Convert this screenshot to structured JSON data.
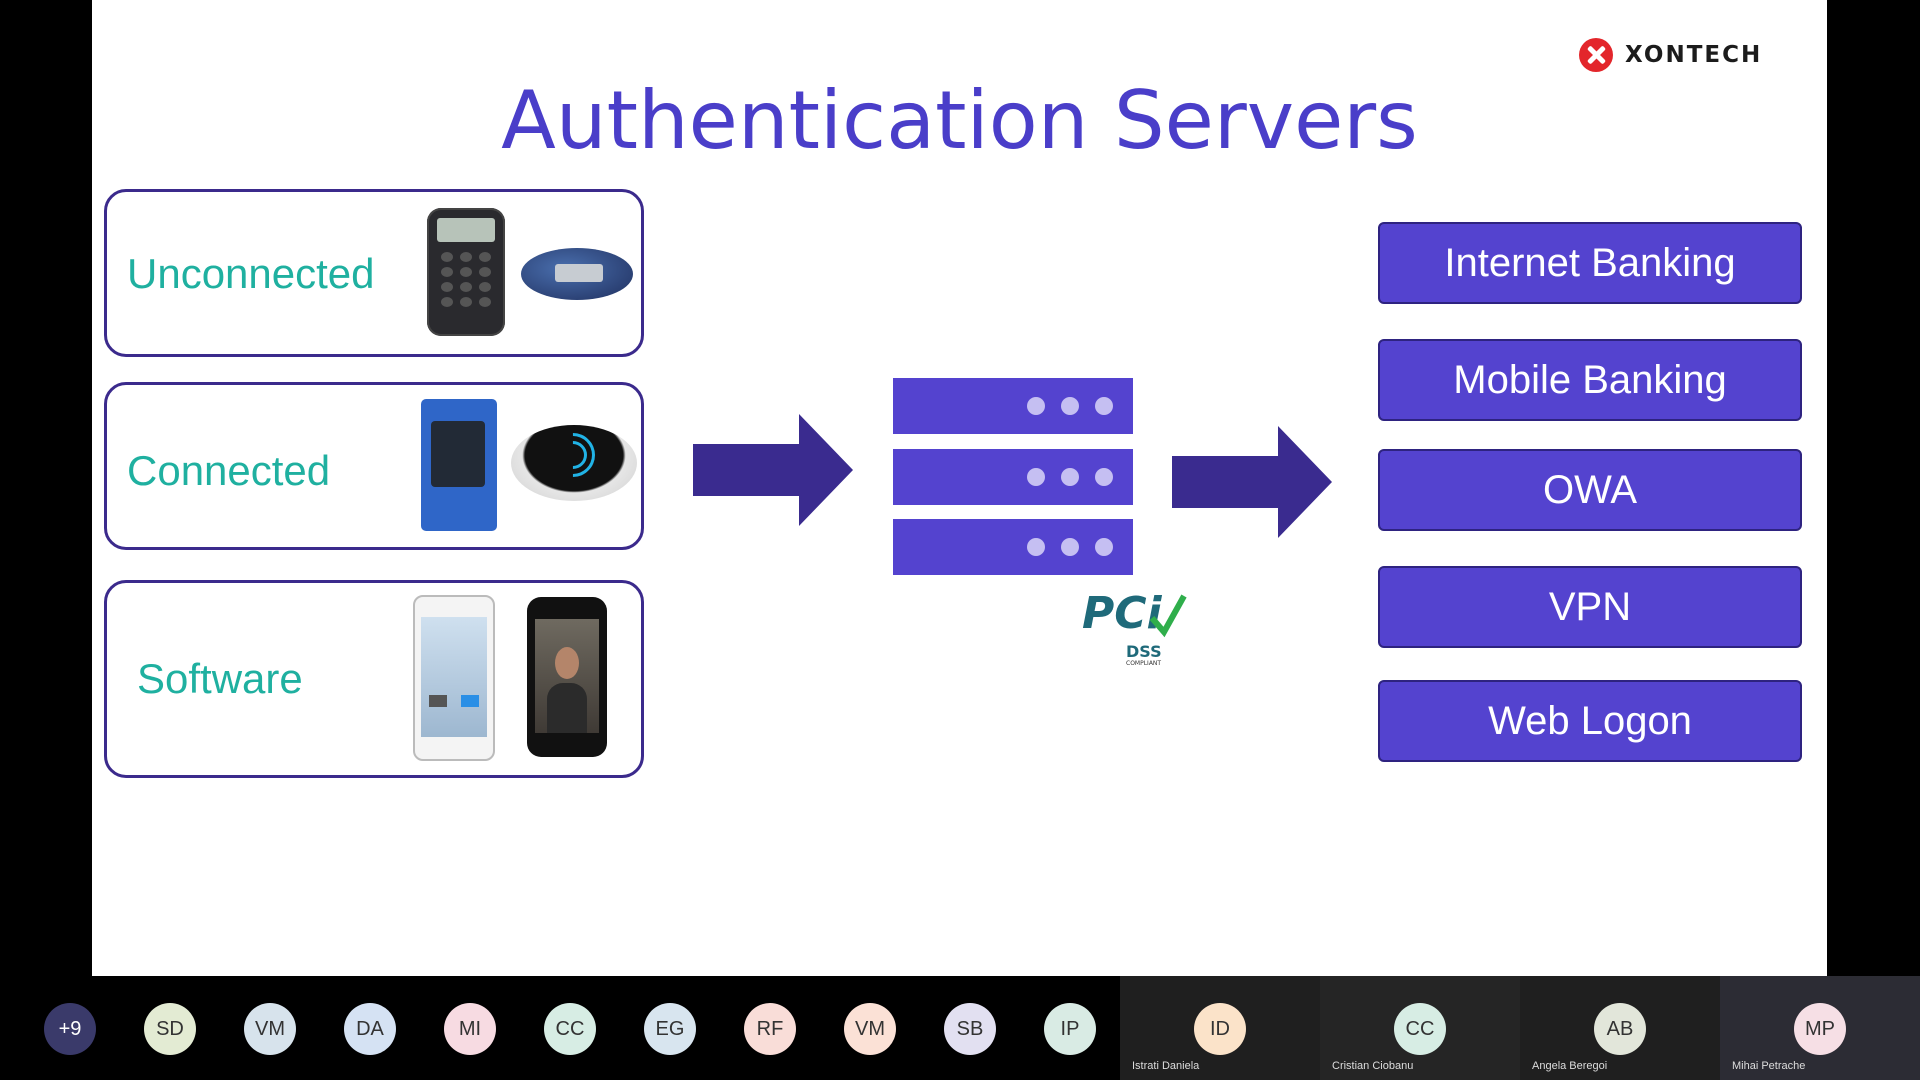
{
  "slide": {
    "logo": "XONTECH",
    "title": "Authentication Servers",
    "categories": [
      {
        "label": "Unconnected"
      },
      {
        "label": "Connected"
      },
      {
        "label": "Software"
      }
    ],
    "pci": {
      "mark": "PCi",
      "sub": "DSS",
      "small": "COMPLIANT"
    },
    "services": [
      "Internet Banking",
      "Mobile Banking",
      "OWA",
      "VPN",
      "Web Logon"
    ],
    "colors": {
      "title": "#4a3ec9",
      "accent": "#5443cf",
      "category_text": "#1fb0a0",
      "box_border": "#3b2a8c"
    }
  },
  "participants": {
    "overflow": "+9",
    "avatars": [
      {
        "initials": "SD",
        "color": "#e3ebd3"
      },
      {
        "initials": "VM",
        "color": "#d7e3ec"
      },
      {
        "initials": "DA",
        "color": "#d5e2f3"
      },
      {
        "initials": "MI",
        "color": "#f7dbe2"
      },
      {
        "initials": "CC",
        "color": "#d7ede4"
      },
      {
        "initials": "EG",
        "color": "#d8e5ef"
      },
      {
        "initials": "RF",
        "color": "#f9ddd8"
      },
      {
        "initials": "VM",
        "color": "#fbe1d6"
      },
      {
        "initials": "SB",
        "color": "#e2e0f1"
      },
      {
        "initials": "IP",
        "color": "#d9ebe4"
      }
    ],
    "tiles": [
      {
        "initials": "ID",
        "name": "Istrati Daniela",
        "color": "#fbe3c9"
      },
      {
        "initials": "CC",
        "name": "Cristian Ciobanu",
        "color": "#d7ede4"
      },
      {
        "initials": "AB",
        "name": "Angela Beregoi",
        "color": "#e2e6da"
      },
      {
        "initials": "MP",
        "name": "Mihai Petrache",
        "color": "#f6dfe5"
      }
    ]
  }
}
